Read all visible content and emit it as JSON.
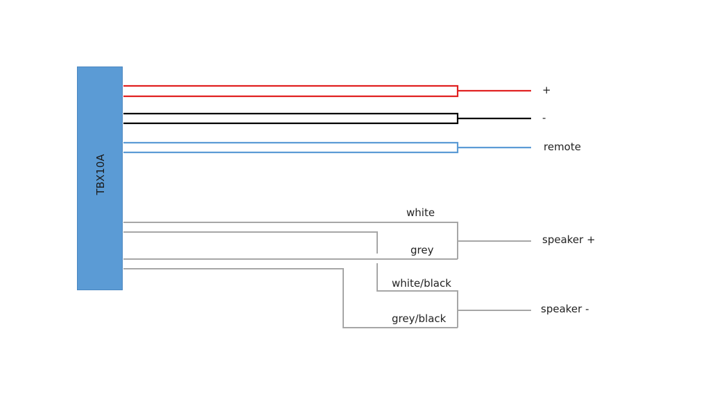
{
  "device": {
    "label": "TBX10A"
  },
  "colors": {
    "device_fill": "#5b9bd5",
    "power_plus": "#e02020",
    "power_minus": "#000000",
    "remote": "#5b9bd5",
    "speaker_wires": "#a6a6a6"
  },
  "outputs": {
    "plus": "+",
    "minus": "-",
    "remote": "remote",
    "speaker_plus": "speaker +",
    "speaker_minus": "speaker -"
  },
  "wires": {
    "white": "white",
    "grey": "grey",
    "white_black": "white/black",
    "grey_black": "grey/black"
  }
}
